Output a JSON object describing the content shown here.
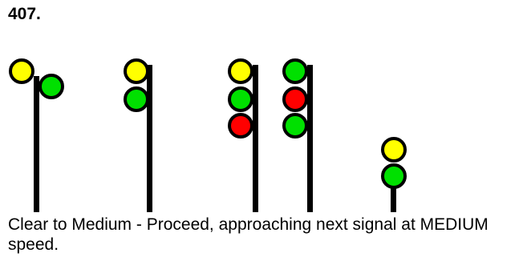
{
  "rule": {
    "number": "407."
  },
  "signals": [
    {
      "name": "signal-1",
      "type": "staggered",
      "heads": [
        "yellow",
        "green"
      ]
    },
    {
      "name": "signal-2",
      "type": "stacked",
      "heads": [
        "yellow",
        "green"
      ]
    },
    {
      "name": "signal-3",
      "type": "stacked",
      "heads": [
        "yellow",
        "green",
        "red"
      ]
    },
    {
      "name": "signal-4",
      "type": "stacked",
      "heads": [
        "green",
        "red",
        "green"
      ]
    },
    {
      "name": "signal-5",
      "type": "dwarf",
      "heads": [
        "yellow",
        "green"
      ]
    }
  ],
  "colors": {
    "yellow": "#ffff00",
    "green": "#00e000",
    "red": "#ff0000",
    "outline": "#000000",
    "mast": "#000000"
  },
  "caption": {
    "text": "Clear to Medium - Proceed, approaching next signal at MEDIUM speed."
  }
}
